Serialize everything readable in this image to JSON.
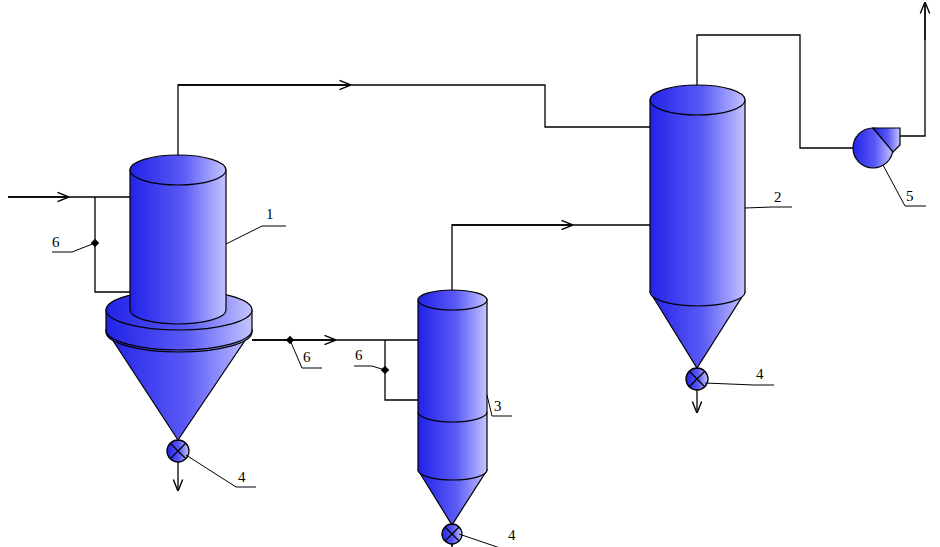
{
  "diagram": {
    "labels": [
      "1",
      "2",
      "5",
      "6",
      "6",
      "6",
      "3",
      "4",
      "4",
      "4"
    ]
  }
}
